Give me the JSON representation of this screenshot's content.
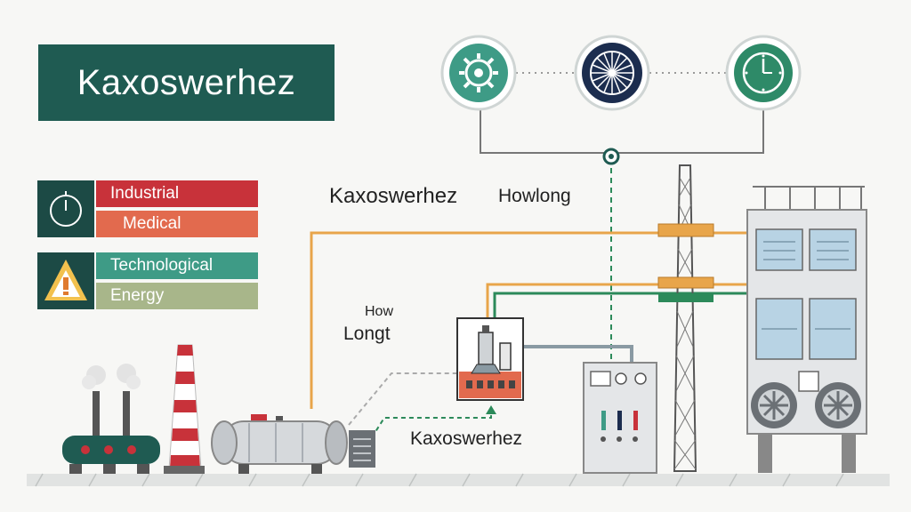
{
  "title": "Kaxoswerhez",
  "legend": [
    {
      "label": "Industrial",
      "color": "#c8323a",
      "text_color": "#ffffff"
    },
    {
      "label": "Medical",
      "color": "#e26a4e",
      "text_color": "#ffffff"
    },
    {
      "label": "Technological",
      "color": "#3e9b86",
      "text_color": "#ffffff"
    },
    {
      "label": "Energy",
      "color": "#a8b68a",
      "text_color": "#ffffff"
    }
  ],
  "legend_icons": [
    "clock-icon",
    "warning-triangle-icon"
  ],
  "top_icons": [
    "gear-icon",
    "wheel-icon",
    "clock-icon"
  ],
  "labels": {
    "main_label": "Kaxoswerhez",
    "howlong_label": "Howlong",
    "how_line1": "How",
    "how_line2": "Longt",
    "bottom_label": "Kaxoswerhez"
  },
  "colors": {
    "dark_teal": "#1f5b52",
    "orange_line": "#e8a54a",
    "green_line": "#2c8a5a",
    "navy": "#1c2d4f"
  }
}
